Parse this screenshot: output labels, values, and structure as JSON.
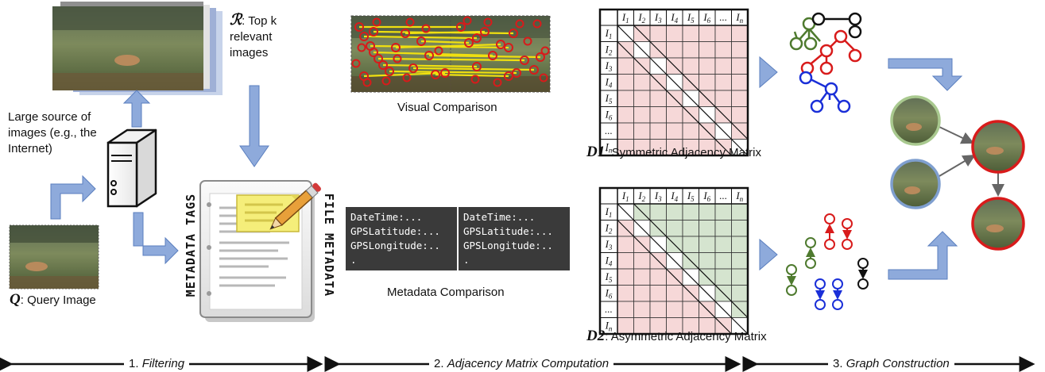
{
  "filtering": {
    "source_label": "Large source of images (e.g., the Internet)",
    "source_lines": [
      "Large source of",
      "images (e.g., the",
      "Internet)"
    ],
    "topk_symbol": "ℛ",
    "topk_lines": [
      ": Top k",
      "relevant",
      "images"
    ],
    "query_symbol": "Q",
    "query_label": ": Query Image",
    "metadata_tags_label": "METADATA TAGS",
    "file_metadata_label": "FILE METADATA"
  },
  "adjacency": {
    "visual_label": "Visual Comparison",
    "metadata_label": "Metadata Comparison",
    "metadata_left": [
      "DateTime:...",
      "GPSLatitude:...",
      "GPSLongitude:..",
      "."
    ],
    "metadata_right": [
      "DateTime:...",
      "GPSLatitude:...",
      "GPSLongitude:..",
      "."
    ],
    "matrix_header": [
      "I1",
      "I2",
      "I3",
      "I4",
      "I5",
      "I6",
      "...",
      "In"
    ],
    "d1_symbol": "D1",
    "d1_label": ": Symmetric Adjacency Matrix",
    "d2_symbol": "D2",
    "d2_label": ": Asymmetric Adjacency Matrix"
  },
  "phases": {
    "p1_num": "1.",
    "p1_name": "Filtering",
    "p2_num": "2.",
    "p2_name": "Adjacency Matrix Computation",
    "p3_num": "3.",
    "p3_name": "Graph Construction"
  },
  "colors": {
    "arrow_blue": "#8eaadb",
    "arrow_blue_dark": "#5b7fbf",
    "matrix_pink": "#f6d8d8",
    "matrix_green": "#d5e4cf",
    "tree_green": "#4e7a2e",
    "tree_red": "#d81b1b",
    "tree_blue": "#1a2fd8",
    "tree_black": "#111111",
    "node_green_ring": "#a9c98f",
    "node_blue_ring": "#7f9fcf",
    "node_red_ring": "#d81b1b",
    "meta_box": "#3a3a3a"
  }
}
